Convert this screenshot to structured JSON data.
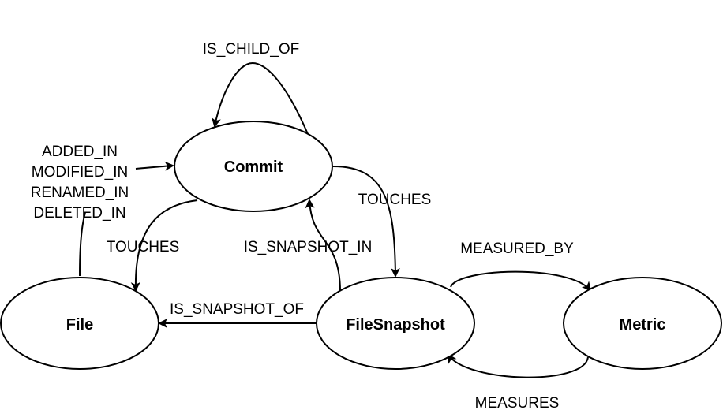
{
  "nodes": {
    "commit": {
      "label": "Commit"
    },
    "file": {
      "label": "File"
    },
    "filesnapshot": {
      "label": "FileSnapshot"
    },
    "metric": {
      "label": "Metric"
    }
  },
  "edges": {
    "is_child_of": {
      "label": "IS_CHILD_OF"
    },
    "file_to_commit": {
      "labels": [
        "ADDED_IN",
        "MODIFIED_IN",
        "RENAMED_IN",
        "DELETED_IN"
      ]
    },
    "commit_touches_file": {
      "label": "TOUCHES"
    },
    "commit_touches_filesnapshot": {
      "label": "TOUCHES"
    },
    "is_snapshot_in": {
      "label": "IS_SNAPSHOT_IN"
    },
    "is_snapshot_of": {
      "label": "IS_SNAPSHOT_OF"
    },
    "measured_by": {
      "label": "MEASURED_BY"
    },
    "measures": {
      "label": "MEASURES"
    }
  }
}
